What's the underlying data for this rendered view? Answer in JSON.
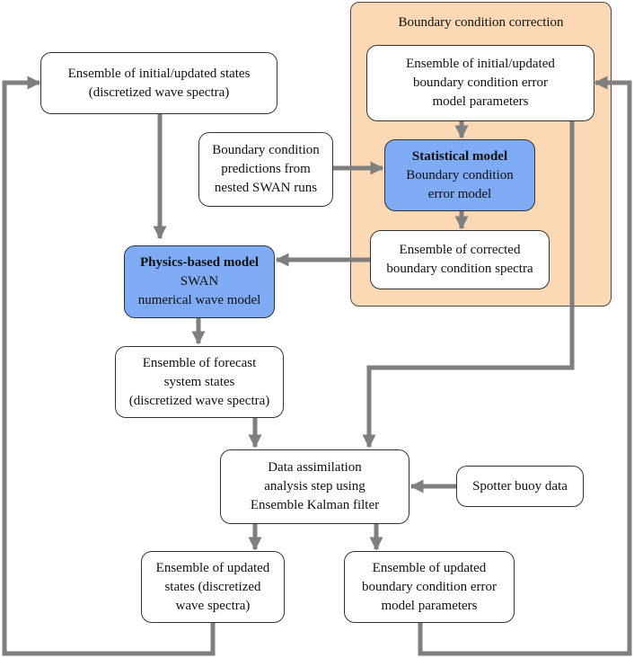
{
  "boundary_group": {
    "title": "Boundary condition correction"
  },
  "nodes": {
    "ensemble_initial_states": {
      "lines": [
        "Ensemble of initial/updated states",
        "(discretized wave spectra)"
      ]
    },
    "ensemble_initial_bc_params": {
      "lines": [
        "Ensemble of initial/updated",
        "boundary condition error",
        "model parameters"
      ]
    },
    "bc_predictions": {
      "lines": [
        "Boundary condition",
        "predictions from",
        "nested SWAN runs"
      ]
    },
    "statistical_model": {
      "title": "Statistical model",
      "lines": [
        "Boundary condition",
        "error model"
      ]
    },
    "corrected_bc_spectra": {
      "lines": [
        "Ensemble of corrected",
        "boundary condition spectra"
      ]
    },
    "physics_model": {
      "title": "Physics-based model",
      "lines": [
        "SWAN",
        "numerical wave model"
      ]
    },
    "forecast_states": {
      "lines": [
        "Ensemble of forecast",
        "system states",
        "(discretized wave spectra)"
      ]
    },
    "data_assimilation": {
      "lines": [
        "Data assimilation",
        "analysis step using",
        "Ensemble Kalman filter"
      ]
    },
    "spotter_data": {
      "lines": [
        "Spotter buoy data"
      ]
    },
    "updated_states": {
      "lines": [
        "Ensemble of updated",
        "states (discretized",
        "wave spectra)"
      ]
    },
    "updated_bc_params": {
      "lines": [
        "Ensemble of updated",
        "boundary condition error",
        "model parameters"
      ]
    }
  },
  "colors": {
    "region_fill": "#fcd9b4",
    "model_fill": "#7fabf4",
    "arrow": "#7f7f7f"
  }
}
